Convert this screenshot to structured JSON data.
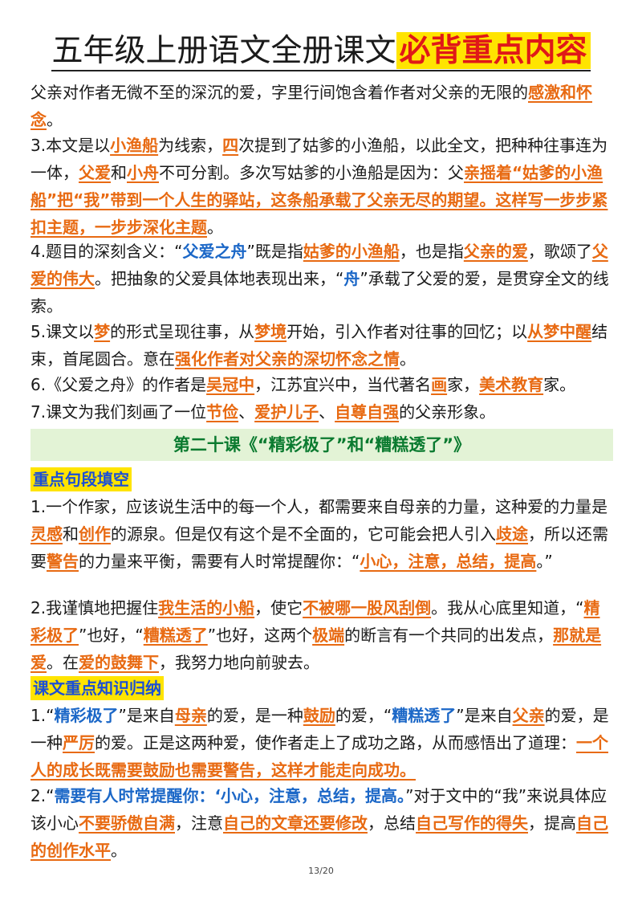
{
  "title": {
    "main": "五年级上册语文全册课文",
    "highlight": "必背重点内容"
  },
  "p_intro": {
    "t1": "父亲对作者无微不至的深沉的爱，字里行间饱含着作者对父亲的无限的",
    "k1": "感激和怀念",
    "t2": "。"
  },
  "p3": {
    "t1": "3.本文是以",
    "k1": "小渔船",
    "t2": "为线索，",
    "k2": "四",
    "t3": "次提到了姑爹的小渔船，以此全文，把种种往事连为一体，",
    "k3": "父爱",
    "t4": "和",
    "k4": "小舟",
    "t5": "不可分割。多次写姑爹的小渔船是因为：父",
    "k5": "亲摇着“姑爹的小渔船”把“我”带到一个人生的驿站，这条船承载了父亲无尽的期望。这样写一步步紧扣主题，一步步深化主题",
    "t6": "。"
  },
  "p4": {
    "t1": "4.题目的深刻含义：“",
    "k1": "父爱之舟",
    "t2": "”既是指",
    "k2": "姑爹的小渔船",
    "t3": "，也是指",
    "k3": "父亲的爱",
    "t4": "，歌颂了",
    "k4": "父爱的伟大",
    "t5": "。把抽象的父爱具体地表现出来，“",
    "k5": "舟",
    "t6": "”承载了父爱的爱，是贯穿全文的线索。"
  },
  "p5": {
    "t1": "5.课文以",
    "k1": "梦",
    "t2": "的形式呈现往事，从",
    "k2": "梦境",
    "t3": "开始，引入作者对往事的回忆；以",
    "k3": "从梦中醒",
    "t4": "结束，首尾圆合。意在",
    "k4": "强化作者对父亲的深切怀念之情",
    "t5": "。"
  },
  "p6": {
    "t1": "6.《父爱之舟》的作者是",
    "k1": "吴冠中",
    "t2": "，江苏宜兴中，当代著名",
    "k2": "画",
    "t3": "家，",
    "k3": "美术教育",
    "t4": "家。"
  },
  "p7": {
    "t1": "7.课文为我们刻画了一位",
    "k1": "节俭",
    "t2": "、",
    "k2": "爱护儿子",
    "t3": "、",
    "k3": "自尊自强",
    "t4": "的父亲形象。"
  },
  "lesson": {
    "title": "第二十课《“精彩极了”和“糟糕透了”》"
  },
  "section1": {
    "tag": "重点句段填空"
  },
  "q1": {
    "t1": "1.一个作家，应该说生活中的每一个人，都需要来自母亲的力量，这种爱的力量是",
    "k1": "灵感",
    "t2": "和",
    "k2": "创作",
    "t3": "的源泉。但是仅有这个是不全面的，它可能会把人引入",
    "k3": "歧途",
    "t4": "，所以还需要",
    "k4": "警告",
    "t5": "的力量来平衡，需要有人时常提醒你：“",
    "k5": "小心，注意，总结，提高",
    "t6": "。”"
  },
  "q2": {
    "t1": "2.我谨慎地把握住",
    "k1": "我生活的小船",
    "t2": "，使它",
    "k2": "不被哪一股风刮倒",
    "t3": "。我从心底里知道，“",
    "k3": "精彩极了",
    "t4": "”也好，“",
    "k4": "糟糕透了",
    "t5": "”也好，这两个",
    "k5": "极端",
    "t6": "的断言有一个共同的出发点，",
    "k6": "那就是爱",
    "t7": "。在",
    "k7": "爱的鼓舞下",
    "t8": "，我努力地向前驶去。"
  },
  "section2": {
    "tag": "课文重点知识归纳"
  },
  "s1": {
    "t1": "1.“",
    "b1": "精彩极了",
    "t2": "”是来自",
    "k1": "母亲",
    "t3": "的爱，是一种",
    "k2": "鼓励",
    "t4": "的爱，“",
    "b2": "糟糕透了",
    "t5": "”是来自",
    "k3": "父亲",
    "t6": "的爱，是一种",
    "k4": "严厉",
    "t7": "的爱。正是这两种爱，使作者走上了成功之路，从而感悟出了道理：",
    "k5": "一个人的成长既需要鼓励也需要警告，这样才能走向成功。"
  },
  "s2": {
    "t1": "2.“",
    "b1": "需要有人时常提醒你：‘小心，注意，总结，提高。",
    "t2": "”对于文中的“我”来说具体应该小心",
    "k1": "不要骄傲自满",
    "t3": "，注意",
    "k2": "自己的文章还要修改",
    "t4": "，总结",
    "k3": "自己写作的得失",
    "t5": "，提高",
    "k4": "自己的创作水平",
    "t6": "。"
  },
  "footer": {
    "page": "13/20"
  }
}
